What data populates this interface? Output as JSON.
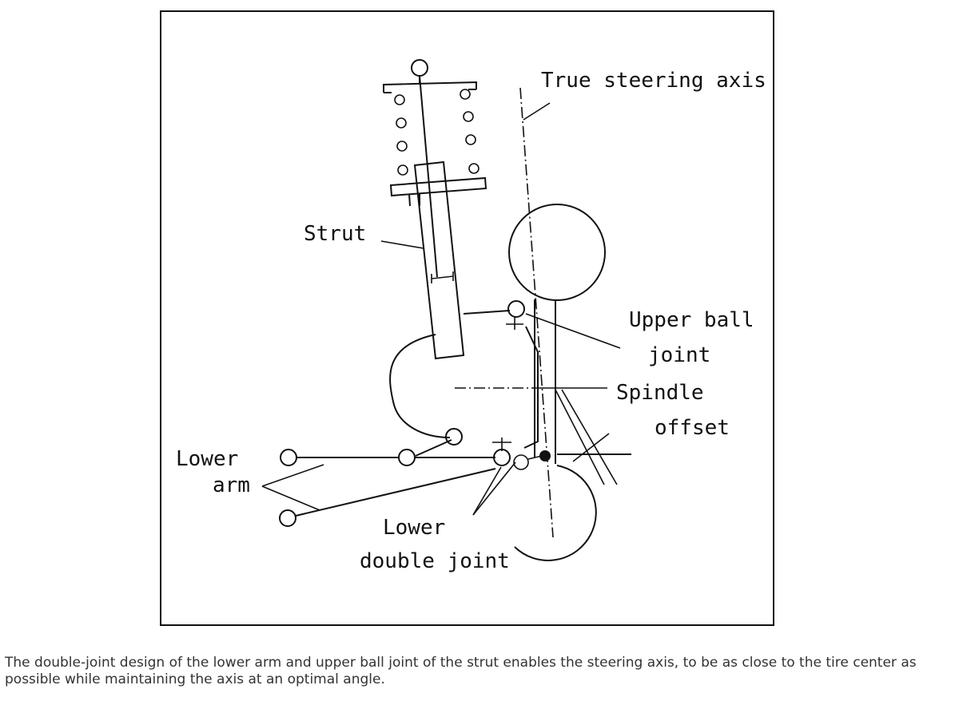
{
  "diagram": {
    "labels": {
      "true_steering_axis": "True steering axis",
      "strut": "Strut",
      "upper_ball": "Upper ball",
      "joint": "joint",
      "spindle": "Spindle",
      "offset": "offset",
      "lower_arm_1": "Lower",
      "lower_arm_2": "arm",
      "lower_double_1": "Lower",
      "lower_double_2": "double joint"
    }
  },
  "caption": "The double-joint design of the lower arm and upper ball joint of the strut enables the steering axis, to be as close to the tire center as possible while maintaining the axis at an optimal angle."
}
